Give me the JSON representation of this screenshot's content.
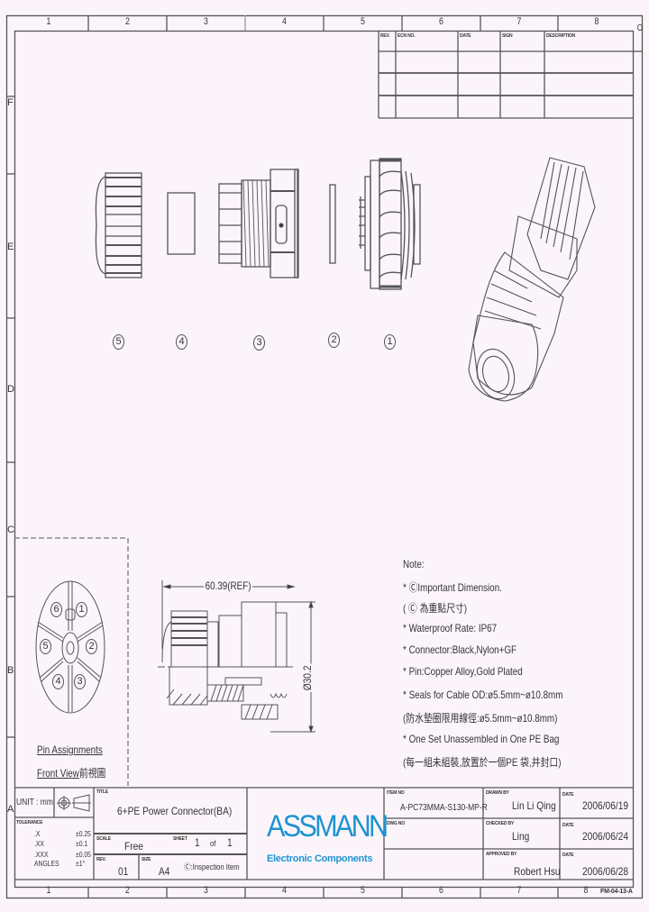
{
  "ruler": {
    "columns": [
      "1",
      "2",
      "3",
      "4",
      "5",
      "6",
      "7",
      "8"
    ],
    "rows": [
      "F",
      "E",
      "D",
      "C",
      "B",
      "A"
    ],
    "corner_mark": "O"
  },
  "revision_table": {
    "headers": [
      "REV.",
      "ECN NO.",
      "DATE",
      "SIGN",
      "DESCRIPTION"
    ],
    "rows": [
      [
        "",
        "",
        "",
        "",
        ""
      ],
      [
        "",
        "",
        "",
        "",
        ""
      ],
      [
        "",
        "",
        "",
        "",
        ""
      ]
    ]
  },
  "exploded_view": {
    "balloons": [
      "5",
      "4",
      "3",
      "2",
      "1"
    ]
  },
  "pin_view": {
    "pins": [
      "1",
      "2",
      "3",
      "4",
      "5",
      "6"
    ],
    "caption_line1": "Pin Assignments",
    "caption_line2": "Front View",
    "caption_line2_cn": "前視圖"
  },
  "section_view": {
    "length_dim": "60.39(REF)",
    "diameter_dim": "Ø30.2"
  },
  "notes": {
    "title": "Note:",
    "items": [
      "* ⒸImportant Dimension.",
      "  ( Ⓒ 為重點尺寸)",
      "* Waterproof Rate: IP67",
      "* Connector:Black,Nylon+GF",
      "* Pin:Copper Alloy,Gold Plated",
      "* Seals for Cable OD:ø5.5mm~ø10.8mm",
      "  (防水墊圈限用線徑:ø5.5mm~ø10.8mm)",
      "* One Set Unassembled in One PE Bag",
      "  (每一組未組裝,放置於一個PE 袋,并封口)"
    ]
  },
  "title_block": {
    "unit": "UNIT : mm",
    "tolerance_label": "TOLERANCE",
    "tolerances": [
      {
        "label": ".X",
        "value": "±0.25"
      },
      {
        "label": ".XX",
        "value": "±0.1"
      },
      {
        "label": ".XXX",
        "value": "±0.05"
      },
      {
        "label": "ANGLES",
        "value": "±1°"
      }
    ],
    "title_label": "TITLE",
    "title": "6+PE Power Connector(BA)",
    "scale_label": "SCALE",
    "scale": "Free",
    "sheet_label": "SHEET",
    "sheet": "1",
    "sheet_of": "of",
    "sheet_total": "1",
    "rev_label": "REV.",
    "rev": "01",
    "size_label": "SIZE",
    "size": "A4",
    "inspection_note": "Ⓒ:Inspection Item",
    "logo": "ASSMANN",
    "logo_sub": "Electronic Components",
    "item_no_label": "ITEM NO",
    "item_no": "A-PC73MMA-S130-MP-R",
    "dwg_no_label": "DWG NO",
    "dwg_no": "",
    "drawn_by_label": "DRAWN BY",
    "drawn_by": "Lin Li Qing",
    "checked_by_label": "CHECKED BY",
    "checked_by": "Ling",
    "approved_by_label": "APPROVED BY",
    "approved_by": "Robert Hsu",
    "date_label": "DATE",
    "drawn_date": "2006/06/19",
    "checked_date": "2006/06/24",
    "approved_date": "2006/06/28",
    "form_no": "FM-04-13-A"
  },
  "colors": {
    "paper": "#fbf5fb",
    "line": "#555555",
    "logo_blue": "#1f93cf"
  }
}
